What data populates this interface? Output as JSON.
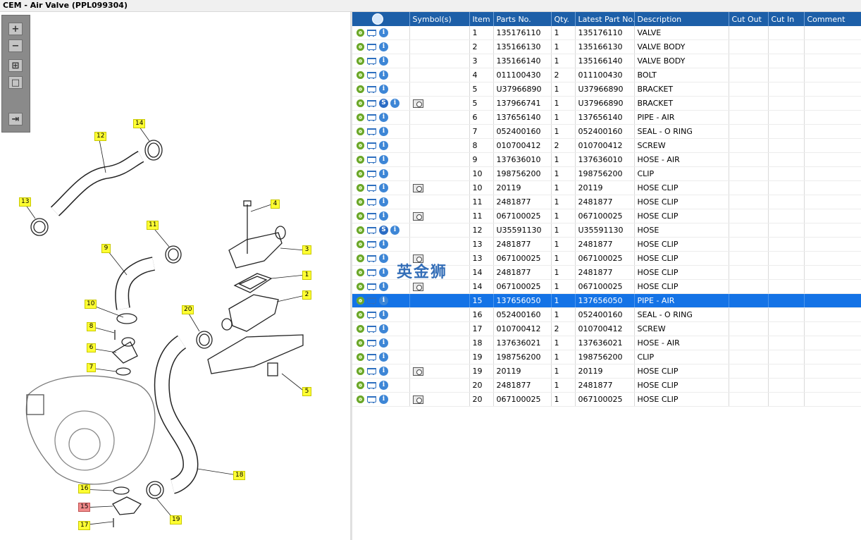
{
  "window": {
    "title": "CEM - Air Valve (PPL099304)"
  },
  "toolbar": {
    "buttons": [
      {
        "icon": "zoom-in-icon",
        "glyph": "+"
      },
      {
        "icon": "zoom-out-icon",
        "glyph": "−"
      },
      {
        "icon": "fit-all-icon",
        "glyph": "⊞"
      },
      {
        "icon": "actual-size-icon",
        "glyph": "□"
      },
      {
        "icon": "export-icon",
        "glyph": "⇥"
      }
    ]
  },
  "diagram": {
    "callouts": [
      "12",
      "14",
      "13",
      "4",
      "11",
      "9",
      "3",
      "1",
      "2",
      "10",
      "20",
      "8",
      "6",
      "7",
      "5",
      "18",
      "16",
      "15",
      "19",
      "17"
    ],
    "highlighted": "15"
  },
  "table": {
    "headers": [
      "",
      "Symbol(s)",
      "Item",
      "Parts No.",
      "Qty.",
      "Latest Part No.",
      "Description",
      "Cut Out",
      "Cut In",
      "Comment"
    ],
    "rows": [
      {
        "s": false,
        "sym": false,
        "item": "1",
        "part": "135176110",
        "qty": "1",
        "latest": "135176110",
        "desc": "VALVE"
      },
      {
        "s": false,
        "sym": false,
        "item": "2",
        "part": "135166130",
        "qty": "1",
        "latest": "135166130",
        "desc": "VALVE BODY"
      },
      {
        "s": false,
        "sym": false,
        "item": "3",
        "part": "135166140",
        "qty": "1",
        "latest": "135166140",
        "desc": "VALVE BODY"
      },
      {
        "s": false,
        "sym": false,
        "item": "4",
        "part": "011100430",
        "qty": "2",
        "latest": "011100430",
        "desc": "BOLT"
      },
      {
        "s": false,
        "sym": false,
        "item": "5",
        "part": "U37966890",
        "qty": "1",
        "latest": "U37966890",
        "desc": "BRACKET"
      },
      {
        "s": true,
        "sym": true,
        "item": "5",
        "part": "137966741",
        "qty": "1",
        "latest": "U37966890",
        "desc": "BRACKET"
      },
      {
        "s": false,
        "sym": false,
        "item": "6",
        "part": "137656140",
        "qty": "1",
        "latest": "137656140",
        "desc": "PIPE - AIR"
      },
      {
        "s": false,
        "sym": false,
        "item": "7",
        "part": "052400160",
        "qty": "1",
        "latest": "052400160",
        "desc": "SEAL - O RING"
      },
      {
        "s": false,
        "sym": false,
        "item": "8",
        "part": "010700412",
        "qty": "2",
        "latest": "010700412",
        "desc": "SCREW"
      },
      {
        "s": false,
        "sym": false,
        "item": "9",
        "part": "137636010",
        "qty": "1",
        "latest": "137636010",
        "desc": "HOSE - AIR"
      },
      {
        "s": false,
        "sym": false,
        "item": "10",
        "part": "198756200",
        "qty": "1",
        "latest": "198756200",
        "desc": "CLIP"
      },
      {
        "s": false,
        "sym": true,
        "item": "10",
        "part": "20119",
        "qty": "1",
        "latest": "20119",
        "desc": "HOSE CLIP"
      },
      {
        "s": false,
        "sym": false,
        "item": "11",
        "part": "2481877",
        "qty": "1",
        "latest": "2481877",
        "desc": "HOSE CLIP"
      },
      {
        "s": false,
        "sym": true,
        "item": "11",
        "part": "067100025",
        "qty": "1",
        "latest": "067100025",
        "desc": "HOSE CLIP"
      },
      {
        "s": true,
        "sym": false,
        "item": "12",
        "part": "U35591130",
        "qty": "1",
        "latest": "U35591130",
        "desc": "HOSE"
      },
      {
        "s": false,
        "sym": false,
        "item": "13",
        "part": "2481877",
        "qty": "1",
        "latest": "2481877",
        "desc": "HOSE CLIP"
      },
      {
        "s": false,
        "sym": true,
        "item": "13",
        "part": "067100025",
        "qty": "1",
        "latest": "067100025",
        "desc": "HOSE CLIP"
      },
      {
        "s": false,
        "sym": false,
        "item": "14",
        "part": "2481877",
        "qty": "1",
        "latest": "2481877",
        "desc": "HOSE CLIP"
      },
      {
        "s": false,
        "sym": true,
        "item": "14",
        "part": "067100025",
        "qty": "1",
        "latest": "067100025",
        "desc": "HOSE CLIP"
      },
      {
        "s": false,
        "sym": false,
        "item": "15",
        "part": "137656050",
        "qty": "1",
        "latest": "137656050",
        "desc": "PIPE - AIR",
        "selected": true
      },
      {
        "s": false,
        "sym": false,
        "item": "16",
        "part": "052400160",
        "qty": "1",
        "latest": "052400160",
        "desc": "SEAL - O RING"
      },
      {
        "s": false,
        "sym": false,
        "item": "17",
        "part": "010700412",
        "qty": "2",
        "latest": "010700412",
        "desc": "SCREW"
      },
      {
        "s": false,
        "sym": false,
        "item": "18",
        "part": "137636021",
        "qty": "1",
        "latest": "137636021",
        "desc": "HOSE - AIR"
      },
      {
        "s": false,
        "sym": false,
        "item": "19",
        "part": "198756200",
        "qty": "1",
        "latest": "198756200",
        "desc": "CLIP"
      },
      {
        "s": false,
        "sym": true,
        "item": "19",
        "part": "20119",
        "qty": "1",
        "latest": "20119",
        "desc": "HOSE CLIP"
      },
      {
        "s": false,
        "sym": false,
        "item": "20",
        "part": "2481877",
        "qty": "1",
        "latest": "2481877",
        "desc": "HOSE CLIP"
      },
      {
        "s": false,
        "sym": true,
        "item": "20",
        "part": "067100025",
        "qty": "1",
        "latest": "067100025",
        "desc": "HOSE CLIP"
      }
    ]
  },
  "watermark": "英金狮",
  "colors": {
    "header_bg": "#1d5fa8",
    "selected_row": "#1473e6",
    "callout": "#ffff33",
    "callout_highlight": "#f08a8a",
    "gear": "#6aa628"
  }
}
